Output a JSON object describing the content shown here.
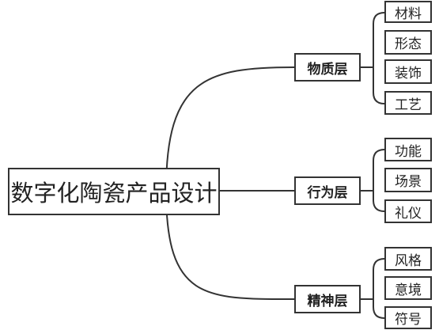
{
  "root": {
    "label": "数字化陶瓷产品设计"
  },
  "layers": [
    {
      "label": "物质层",
      "children": [
        "材料",
        "形态",
        "装饰",
        "工艺"
      ]
    },
    {
      "label": "行为层",
      "children": [
        "功能",
        "场景",
        "礼仪"
      ]
    },
    {
      "label": "精神层",
      "children": [
        "风格",
        "意境",
        "符号"
      ]
    }
  ],
  "colors": {
    "line": "#333333",
    "text": "#222222",
    "background": "#ffffff"
  }
}
